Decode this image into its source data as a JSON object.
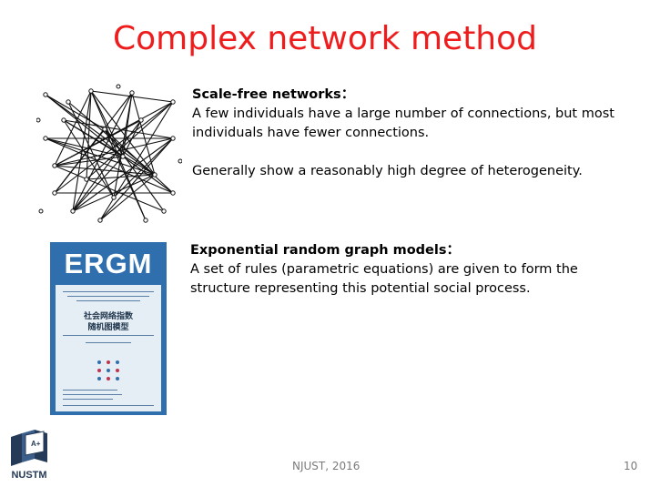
{
  "slide": {
    "title": "Complex network method",
    "footer": {
      "center_text": "NJUST, 2016",
      "page_number": "10"
    },
    "logo": {
      "text": "NUSTM",
      "icon": "book-logo-icon"
    }
  },
  "sections": [
    {
      "heading": "Scale-free networks：",
      "paragraphs": [
        "A few individuals have a large number of connections, but most individuals have fewer connections.",
        "Generally show a reasonably high degree of heterogeneity."
      ],
      "image": "network-graph-icon"
    },
    {
      "heading": "Exponential random graph models：",
      "paragraphs": [
        "A set of rules (parametric equations) are given to form the structure representing this potential social process."
      ],
      "image": "book-cover-icon"
    }
  ],
  "book": {
    "cover_title": "ERGM",
    "cover_subtitle_cn_1": "社会网络指数",
    "cover_subtitle_cn_2": "随机图模型"
  },
  "colors": {
    "title": "#ee1c1c",
    "book_blue": "#2f6fae",
    "footer": "#7a7a7a"
  }
}
